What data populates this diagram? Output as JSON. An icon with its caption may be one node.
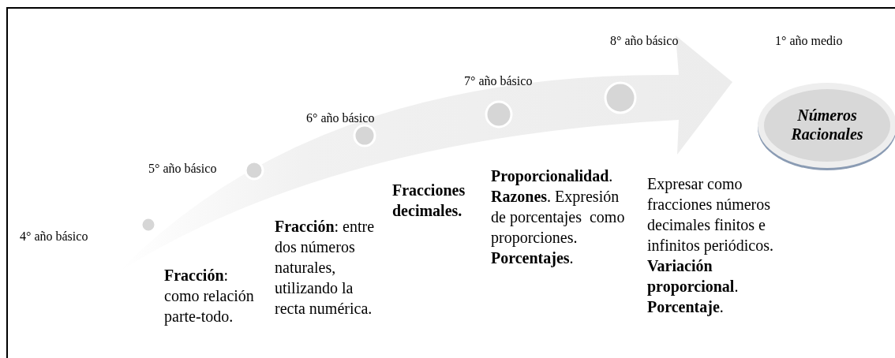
{
  "diagram": {
    "nodes": [
      {
        "text": [],
        "shape": "circle"
      },
      {
        "text": [],
        "shape": "circle"
      },
      {
        "text": [],
        "shape": "circle"
      },
      {
        "text": [],
        "shape": "circle"
      },
      {
        "text": [],
        "shape": "circle"
      },
      {
        "text": [
          "Números Racionales"
        ]
      }
    ],
    "edges": [],
    "labels": [
      "8° año básico",
      "1° año medio",
      "7° año básico",
      "6° año básico",
      "5° año básico",
      "4° año básico",
      "**Fracción**: como relación parte-todo.",
      "**Fracción**: entre dos números naturales, utilizando la recta numérica.",
      "Fracciones decimales.",
      "**Proporcionalidad**. **Razones**. Expresión de porcentajes  como proporciones. **Porcentajes**.",
      "Expresar como fracciones números decimales finitos e infinitos periódicos. **Variación proporcional**. **Porcentaje**."
    ]
  }
}
